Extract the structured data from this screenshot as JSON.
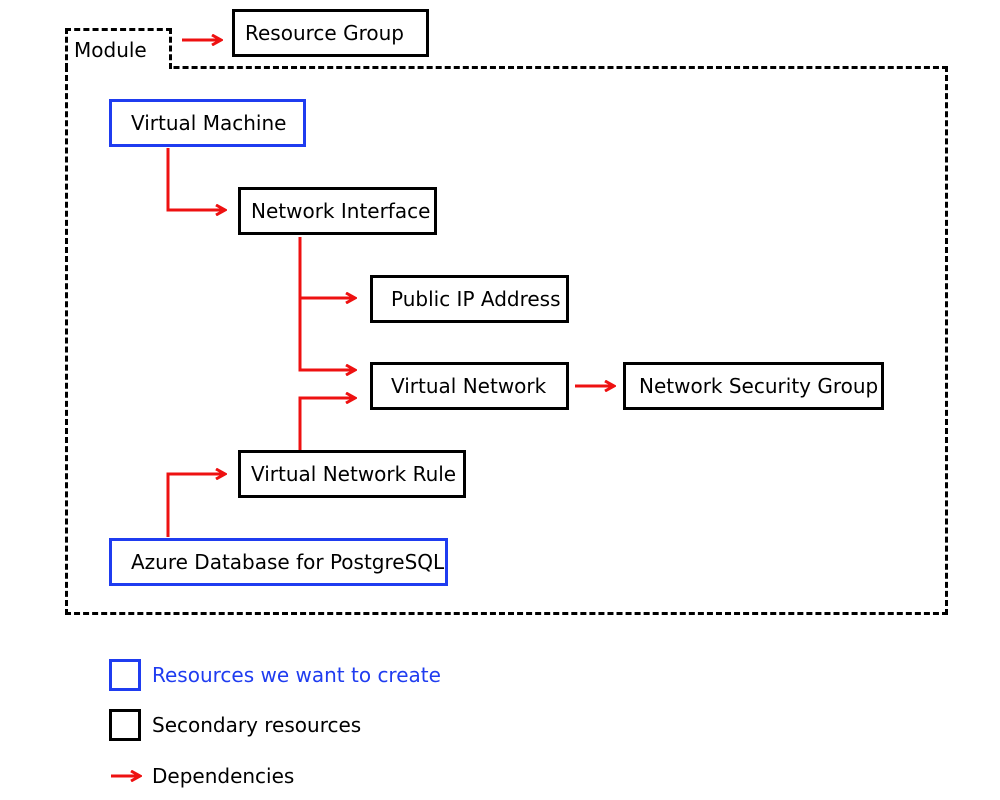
{
  "module": {
    "label": "Module"
  },
  "nodes": {
    "resource_group": "Resource Group",
    "virtual_machine": "Virtual Machine",
    "network_interface": "Network Interface",
    "public_ip": "Public IP Address",
    "virtual_network": "Virtual Network",
    "network_security_group": "Network Security Group",
    "virtual_network_rule": "Virtual Network Rule",
    "azure_database": "Azure Database for PostgreSQL"
  },
  "legend": {
    "primary_label": "Resources we want to create",
    "secondary_label": "Secondary resources",
    "dependency_label": "Dependencies"
  },
  "edges": [
    {
      "from": "module",
      "to": "resource_group"
    },
    {
      "from": "virtual_machine",
      "to": "network_interface"
    },
    {
      "from": "network_interface",
      "to": "public_ip"
    },
    {
      "from": "network_interface",
      "to": "virtual_network"
    },
    {
      "from": "virtual_network_rule",
      "to": "virtual_network"
    },
    {
      "from": "virtual_network",
      "to": "network_security_group"
    },
    {
      "from": "azure_database",
      "to": "virtual_network_rule"
    }
  ],
  "colors": {
    "primary": "#1f3cf0",
    "secondary": "#000000",
    "dependency": "#ee1111"
  }
}
